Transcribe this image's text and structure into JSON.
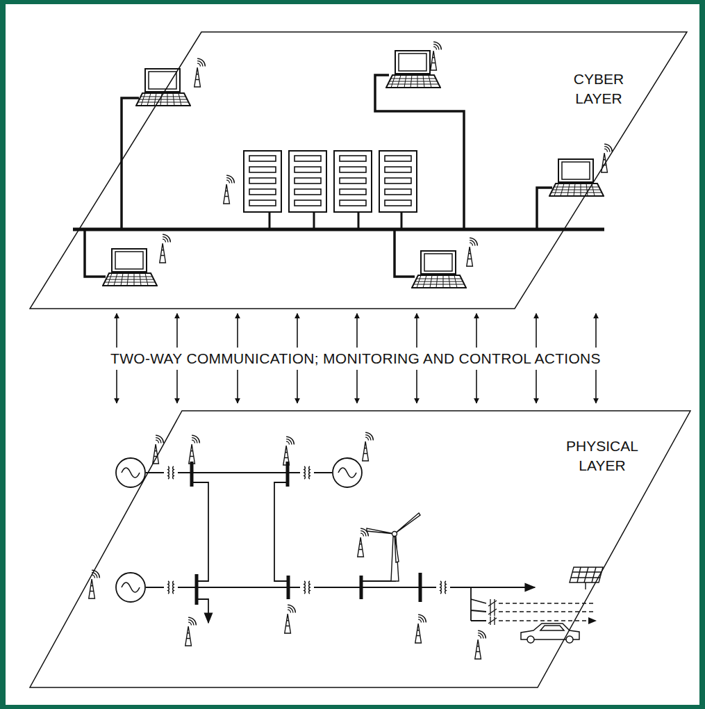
{
  "diagram": {
    "nodes": [
      {
        "text": [
          "CYBER LAYER"
        ]
      },
      {
        "text": [
          "PHYSICAL LAYER"
        ]
      }
    ],
    "edges": [
      {
        "from": 1,
        "to": 0,
        "arrow": "both",
        "label": "TWO-WAY COMMUNICATION; MONITORING AND CONTROL ACTIONS"
      }
    ]
  }
}
